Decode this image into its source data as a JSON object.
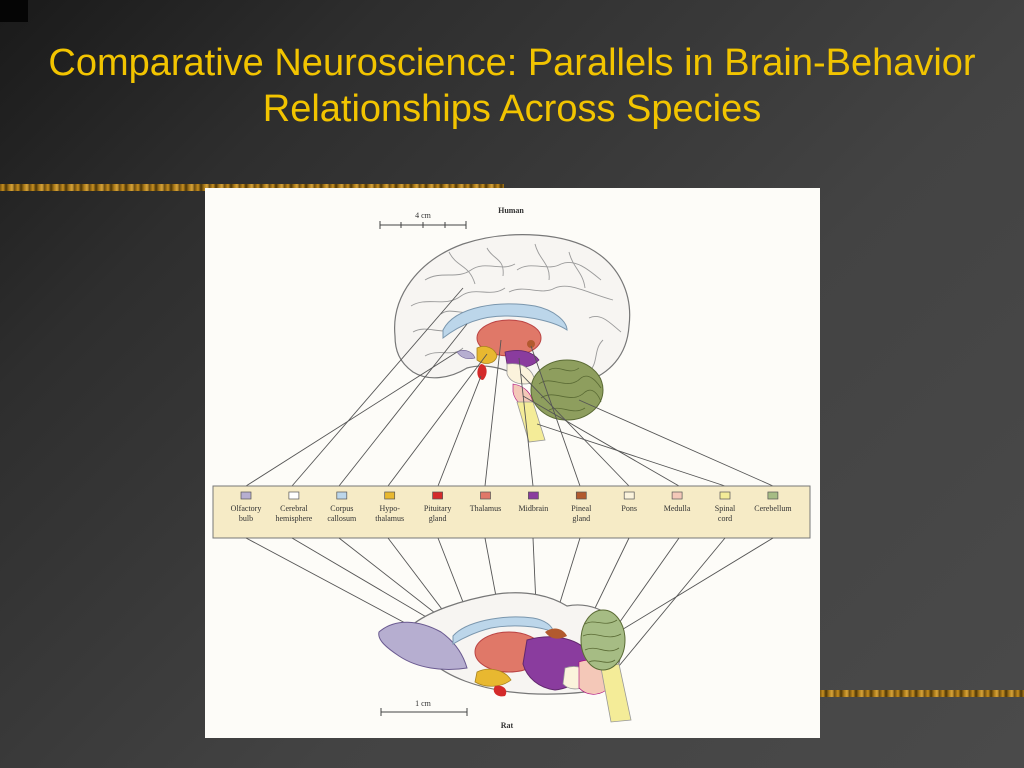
{
  "slide": {
    "title": "Comparative Neuroscience: Parallels in Brain-Behavior Relationships Across Species"
  },
  "figure": {
    "human_label": "Human",
    "rat_label": "Rat",
    "human_scale": "4 cm",
    "rat_scale": "1 cm",
    "legend": [
      {
        "lines": [
          "Olfactory",
          "bulb"
        ],
        "color": "#b6aed0"
      },
      {
        "lines": [
          "Cerebral",
          "hemisphere"
        ],
        "color": "#ffffff"
      },
      {
        "lines": [
          "Corpus",
          "callosum"
        ],
        "color": "#bcd6ea"
      },
      {
        "lines": [
          "Hypo-",
          "thalamus"
        ],
        "color": "#e8b830"
      },
      {
        "lines": [
          "Pituitary",
          "gland"
        ],
        "color": "#d42a2a"
      },
      {
        "lines": [
          "Thalamus"
        ],
        "color": "#e07868"
      },
      {
        "lines": [
          "Midbrain"
        ],
        "color": "#8a3c9e"
      },
      {
        "lines": [
          "Pineal",
          "gland"
        ],
        "color": "#b25a2e"
      },
      {
        "lines": [
          "Pons"
        ],
        "color": "#fbf3dc"
      },
      {
        "lines": [
          "Medulla"
        ],
        "color": "#f4c8b8"
      },
      {
        "lines": [
          "Spinal",
          "cord"
        ],
        "color": "#f4ec98"
      },
      {
        "lines": [
          "Cerebellum"
        ],
        "color": "#a6bc84"
      }
    ]
  }
}
